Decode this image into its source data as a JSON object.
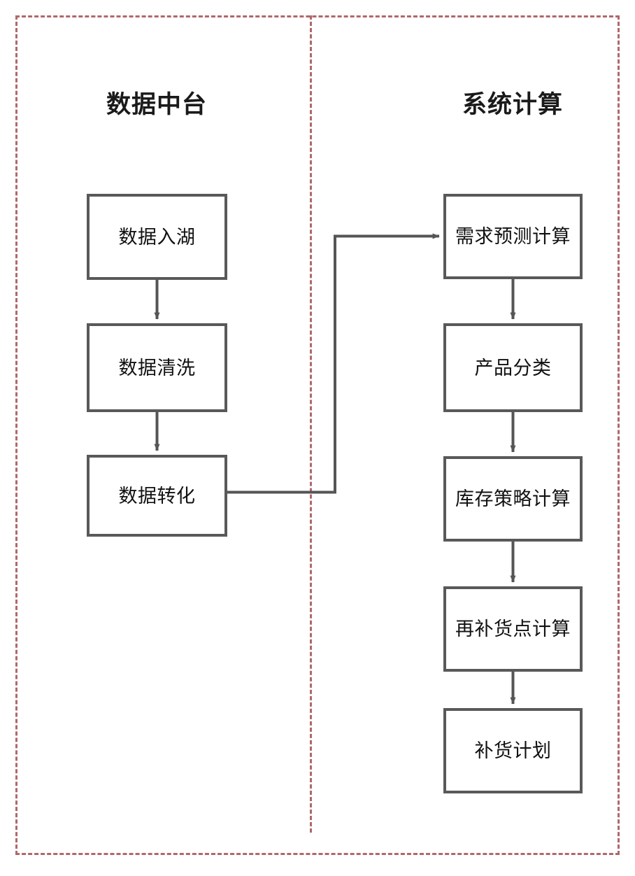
{
  "diagram": {
    "title_left": "数据中台",
    "title_right": "系统计算",
    "frame_color": "#b0686b",
    "node_border_color": "#595959",
    "connector_color": "#555555",
    "background": "#ffffff"
  },
  "lanes": [
    {
      "id": "data-middle-platform",
      "title": "数据中台",
      "nodes": [
        {
          "id": "data-lake",
          "label": "数据入湖"
        },
        {
          "id": "data-clean",
          "label": "数据清洗"
        },
        {
          "id": "data-transform",
          "label": "数据转化"
        }
      ]
    },
    {
      "id": "system-computation",
      "title": "系统计算",
      "nodes": [
        {
          "id": "demand-forecast",
          "label": "需求预测计算"
        },
        {
          "id": "product-category",
          "label": "产品分类"
        },
        {
          "id": "inventory-policy",
          "label": "库存策略计算"
        },
        {
          "id": "reorder-point",
          "label": "再补货点计算"
        },
        {
          "id": "replenish-plan",
          "label": "补货计划"
        }
      ]
    }
  ],
  "edges": [
    {
      "id": "e1",
      "from": "data-lake",
      "to": "data-clean",
      "style": "straight-down",
      "arrow": true
    },
    {
      "id": "e2",
      "from": "data-clean",
      "to": "data-transform",
      "style": "straight-down",
      "arrow": true
    },
    {
      "id": "e3",
      "from": "data-transform",
      "to": "demand-forecast",
      "style": "orthogonal-right-up-right",
      "arrow": true
    },
    {
      "id": "e4",
      "from": "demand-forecast",
      "to": "product-category",
      "style": "straight-down",
      "arrow": true
    },
    {
      "id": "e5",
      "from": "product-category",
      "to": "inventory-policy",
      "style": "straight-down",
      "arrow": true
    },
    {
      "id": "e6",
      "from": "inventory-policy",
      "to": "reorder-point",
      "style": "straight-down",
      "arrow": true
    },
    {
      "id": "e7",
      "from": "reorder-point",
      "to": "replenish-plan",
      "style": "straight-down",
      "arrow": true
    }
  ]
}
